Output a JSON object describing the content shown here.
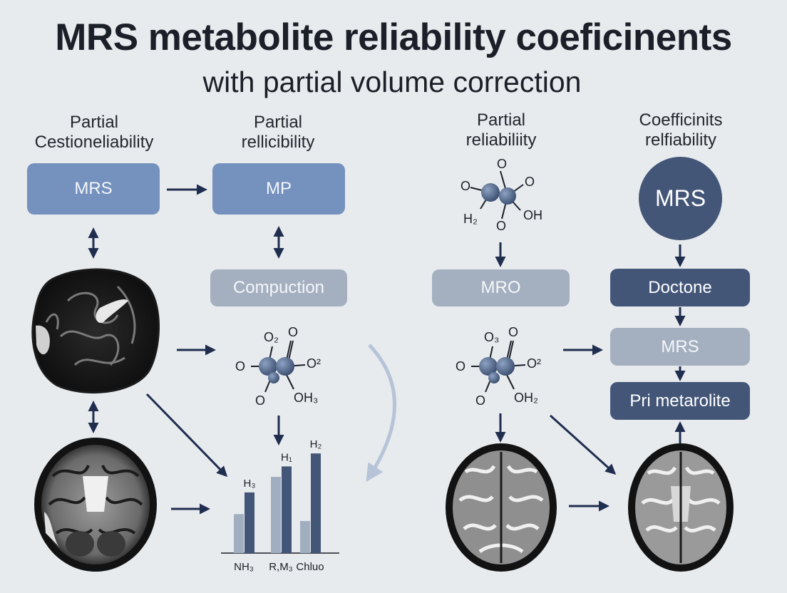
{
  "header": {
    "title": "MRS metabolite reliability coeficinents",
    "subtitle": "with partial volume correction"
  },
  "columns": [
    {
      "heading_line1": "Partial",
      "heading_line2": "Cestioneliability"
    },
    {
      "heading_line1": "Partial",
      "heading_line2": "rellicibility"
    },
    {
      "heading_line1": "Partial",
      "heading_line2": "reliabiliity"
    },
    {
      "heading_line1": "Coefficinits",
      "heading_line2": "relfiability"
    }
  ],
  "boxes": {
    "col1_mrs": "MRS",
    "col2_mp": "MP",
    "col2_compuction": "Compuction",
    "col3_mro": "MRO",
    "col4_mrs_circle": "MRS",
    "col4_doctone": "Doctone",
    "col4_mrs": "MRS",
    "col4_metarolite": "Pri metarolite"
  },
  "molecule_top": {
    "o_top": "O",
    "o_left": "O",
    "o_right": "O",
    "h2": "H₂",
    "oh": "OH",
    "o_bottom": "O"
  },
  "molecule_mid_left": {
    "o2": "O₂",
    "o_top": "O",
    "o_left": "O",
    "o_right": "O²",
    "o_bottom": "O",
    "oh3": "OH₃"
  },
  "molecule_mid_right": {
    "o3": "O₃",
    "o_top": "O",
    "o_left": "O",
    "o_right": "O²",
    "o_bottom": "O",
    "oh2": "OH₂"
  },
  "chart_data": {
    "type": "bar",
    "categories": [
      "NH₃",
      "R,M₃",
      "Chluo"
    ],
    "bar_labels": [
      "H₃",
      "H₁",
      "H₂"
    ],
    "series": [
      {
        "values": [
          0.45,
          0.88,
          0.37
        ]
      },
      {
        "values": [
          0.7,
          1.0,
          1.15
        ]
      }
    ],
    "ylim": [
      0,
      1.25
    ],
    "colors": [
      "#a0aec0",
      "#435678"
    ]
  },
  "colors": {
    "background": "#e8ebee",
    "box_blue": "#7591bd",
    "box_grey": "#a4b0c0",
    "box_navy": "#435678",
    "arrow": "#1f2d4f"
  }
}
